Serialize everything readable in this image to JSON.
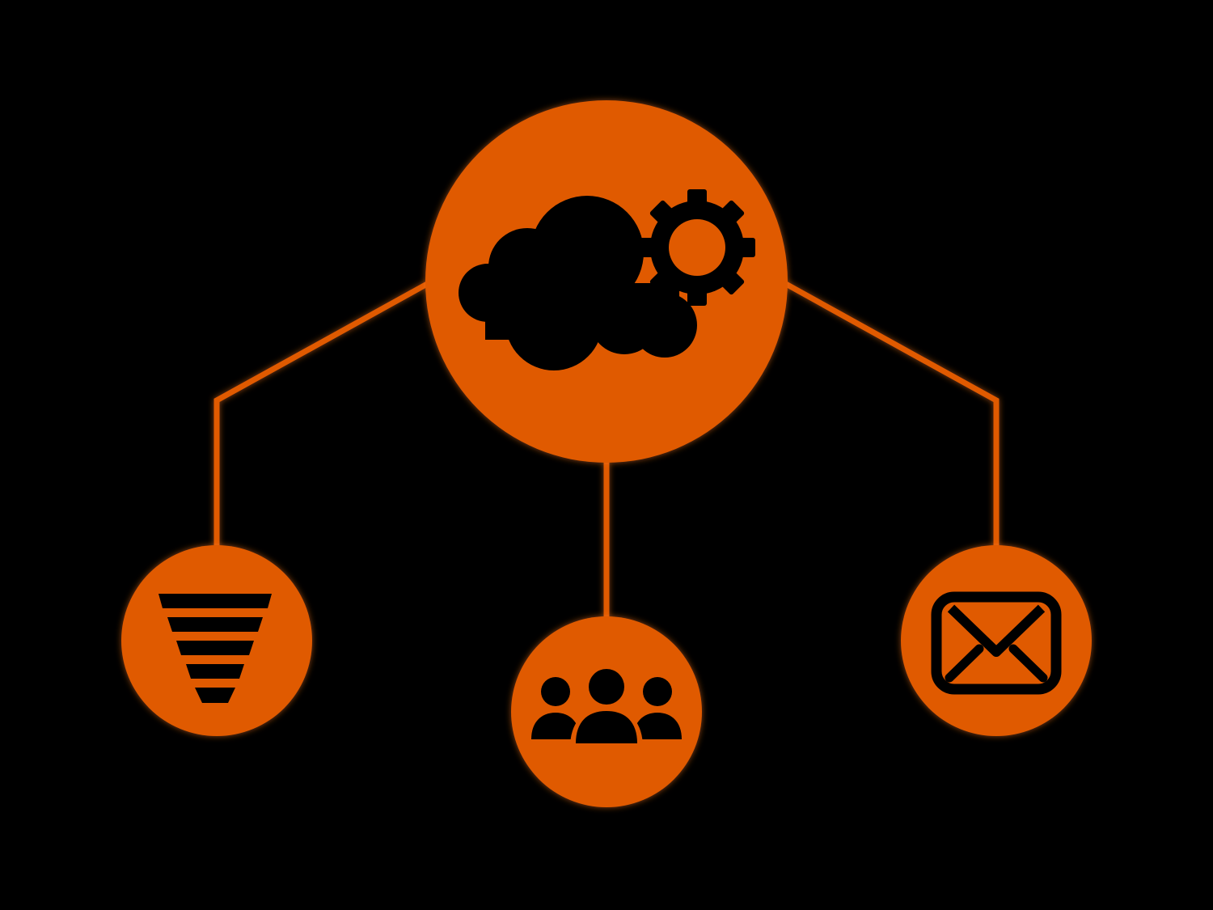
{
  "colors": {
    "background": "#000000",
    "accent": "#E05A00",
    "icon": "#000000"
  },
  "nodes": [
    {
      "id": "hub",
      "icon": "cloud-gear-icon"
    },
    {
      "id": "funnel",
      "icon": "funnel-icon"
    },
    {
      "id": "team",
      "icon": "group-icon"
    },
    {
      "id": "email",
      "icon": "envelope-icon"
    }
  ],
  "edges": [
    {
      "from": "hub",
      "to": "funnel"
    },
    {
      "from": "hub",
      "to": "team"
    },
    {
      "from": "hub",
      "to": "email"
    }
  ]
}
